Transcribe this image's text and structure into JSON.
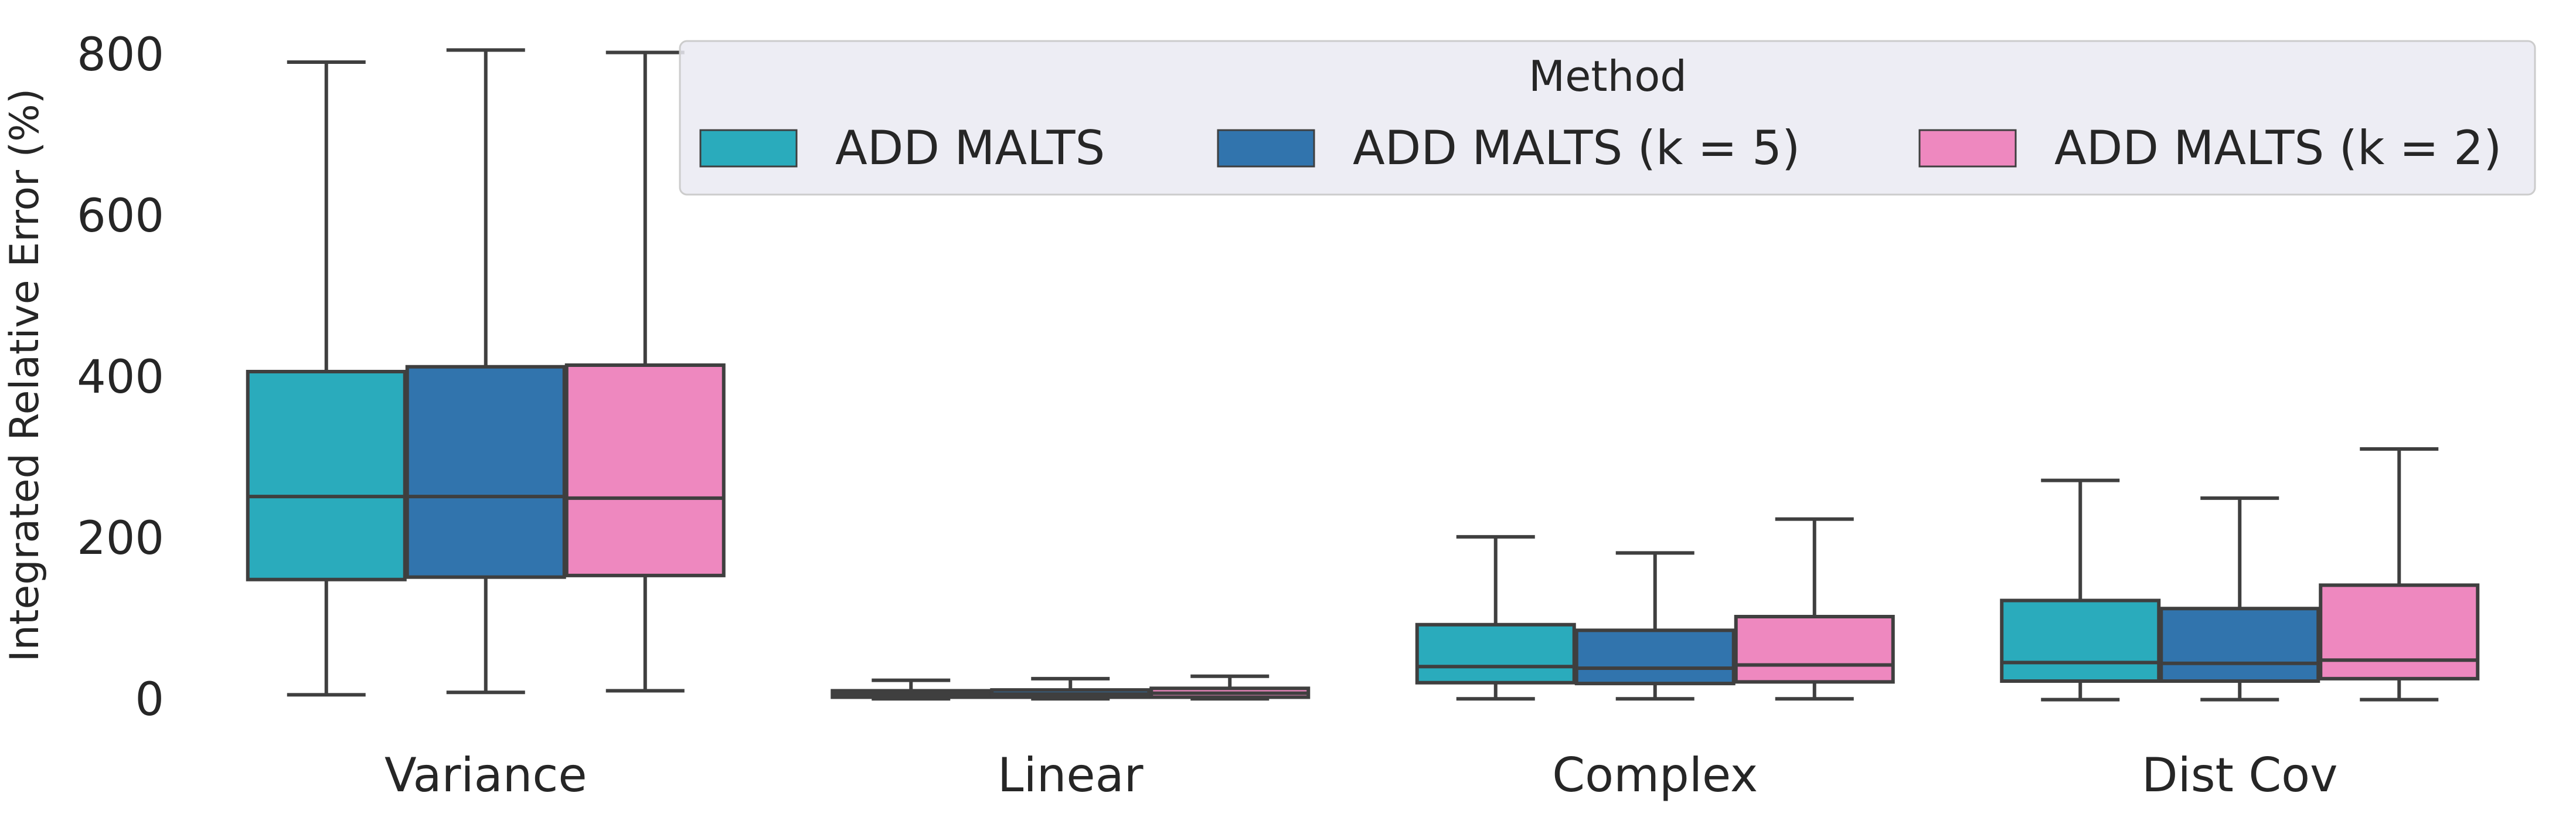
{
  "chart_data": {
    "type": "box",
    "title": "",
    "xlabel": "",
    "ylabel": "Integrated Relative Error (%)",
    "ylim": [
      -25,
      830
    ],
    "yticks": [
      0,
      200,
      400,
      600,
      800
    ],
    "categories": [
      "Variance",
      "Linear",
      "Complex",
      "Dist Cov"
    ],
    "grid": false,
    "legend": {
      "title": "Method",
      "placement": "top-right"
    },
    "series": [
      {
        "name": "ADD MALTS",
        "color": "#2aabbc",
        "boxes": [
          {
            "min": 7,
            "q1": 150,
            "median": 253,
            "q3": 408,
            "max": 792
          },
          {
            "min": 2,
            "q1": 4,
            "median": 8,
            "q3": 12,
            "max": 25
          },
          {
            "min": 2,
            "q1": 22,
            "median": 42,
            "q3": 94,
            "max": 203
          },
          {
            "min": 1,
            "q1": 24,
            "median": 47,
            "q3": 124,
            "max": 273
          }
        ]
      },
      {
        "name": "ADD MALTS (k = 5)",
        "color": "#3174ad",
        "boxes": [
          {
            "min": 10,
            "q1": 153,
            "median": 253,
            "q3": 414,
            "max": 807
          },
          {
            "min": 2,
            "q1": 4,
            "median": 8,
            "q3": 13,
            "max": 27
          },
          {
            "min": 2,
            "q1": 21,
            "median": 40,
            "q3": 87,
            "max": 183
          },
          {
            "min": 1,
            "q1": 24,
            "median": 46,
            "q3": 114,
            "max": 251
          }
        ]
      },
      {
        "name": "ADD MALTS (k = 2)",
        "color": "#ee88bf",
        "boxes": [
          {
            "min": 12,
            "q1": 155,
            "median": 251,
            "q3": 416,
            "max": 804
          },
          {
            "min": 2,
            "q1": 4,
            "median": 9,
            "q3": 15,
            "max": 30
          },
          {
            "min": 2,
            "q1": 23,
            "median": 44,
            "q3": 104,
            "max": 225
          },
          {
            "min": 1,
            "q1": 27,
            "median": 50,
            "q3": 143,
            "max": 312
          }
        ]
      }
    ]
  }
}
